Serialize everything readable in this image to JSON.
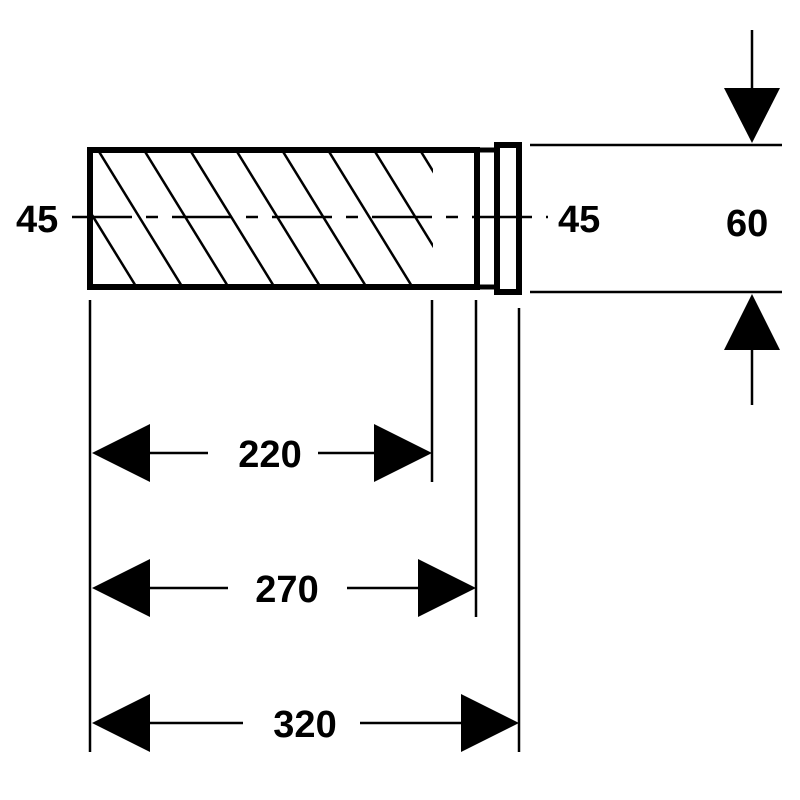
{
  "drawing": {
    "left_centerline_label": "45",
    "right_centerline_label": "45",
    "height_dimension": "60",
    "dimensions": [
      {
        "label": "220"
      },
      {
        "label": "270"
      },
      {
        "label": "320"
      }
    ]
  },
  "colors": {
    "ink": "#000000",
    "background": "#ffffff"
  }
}
